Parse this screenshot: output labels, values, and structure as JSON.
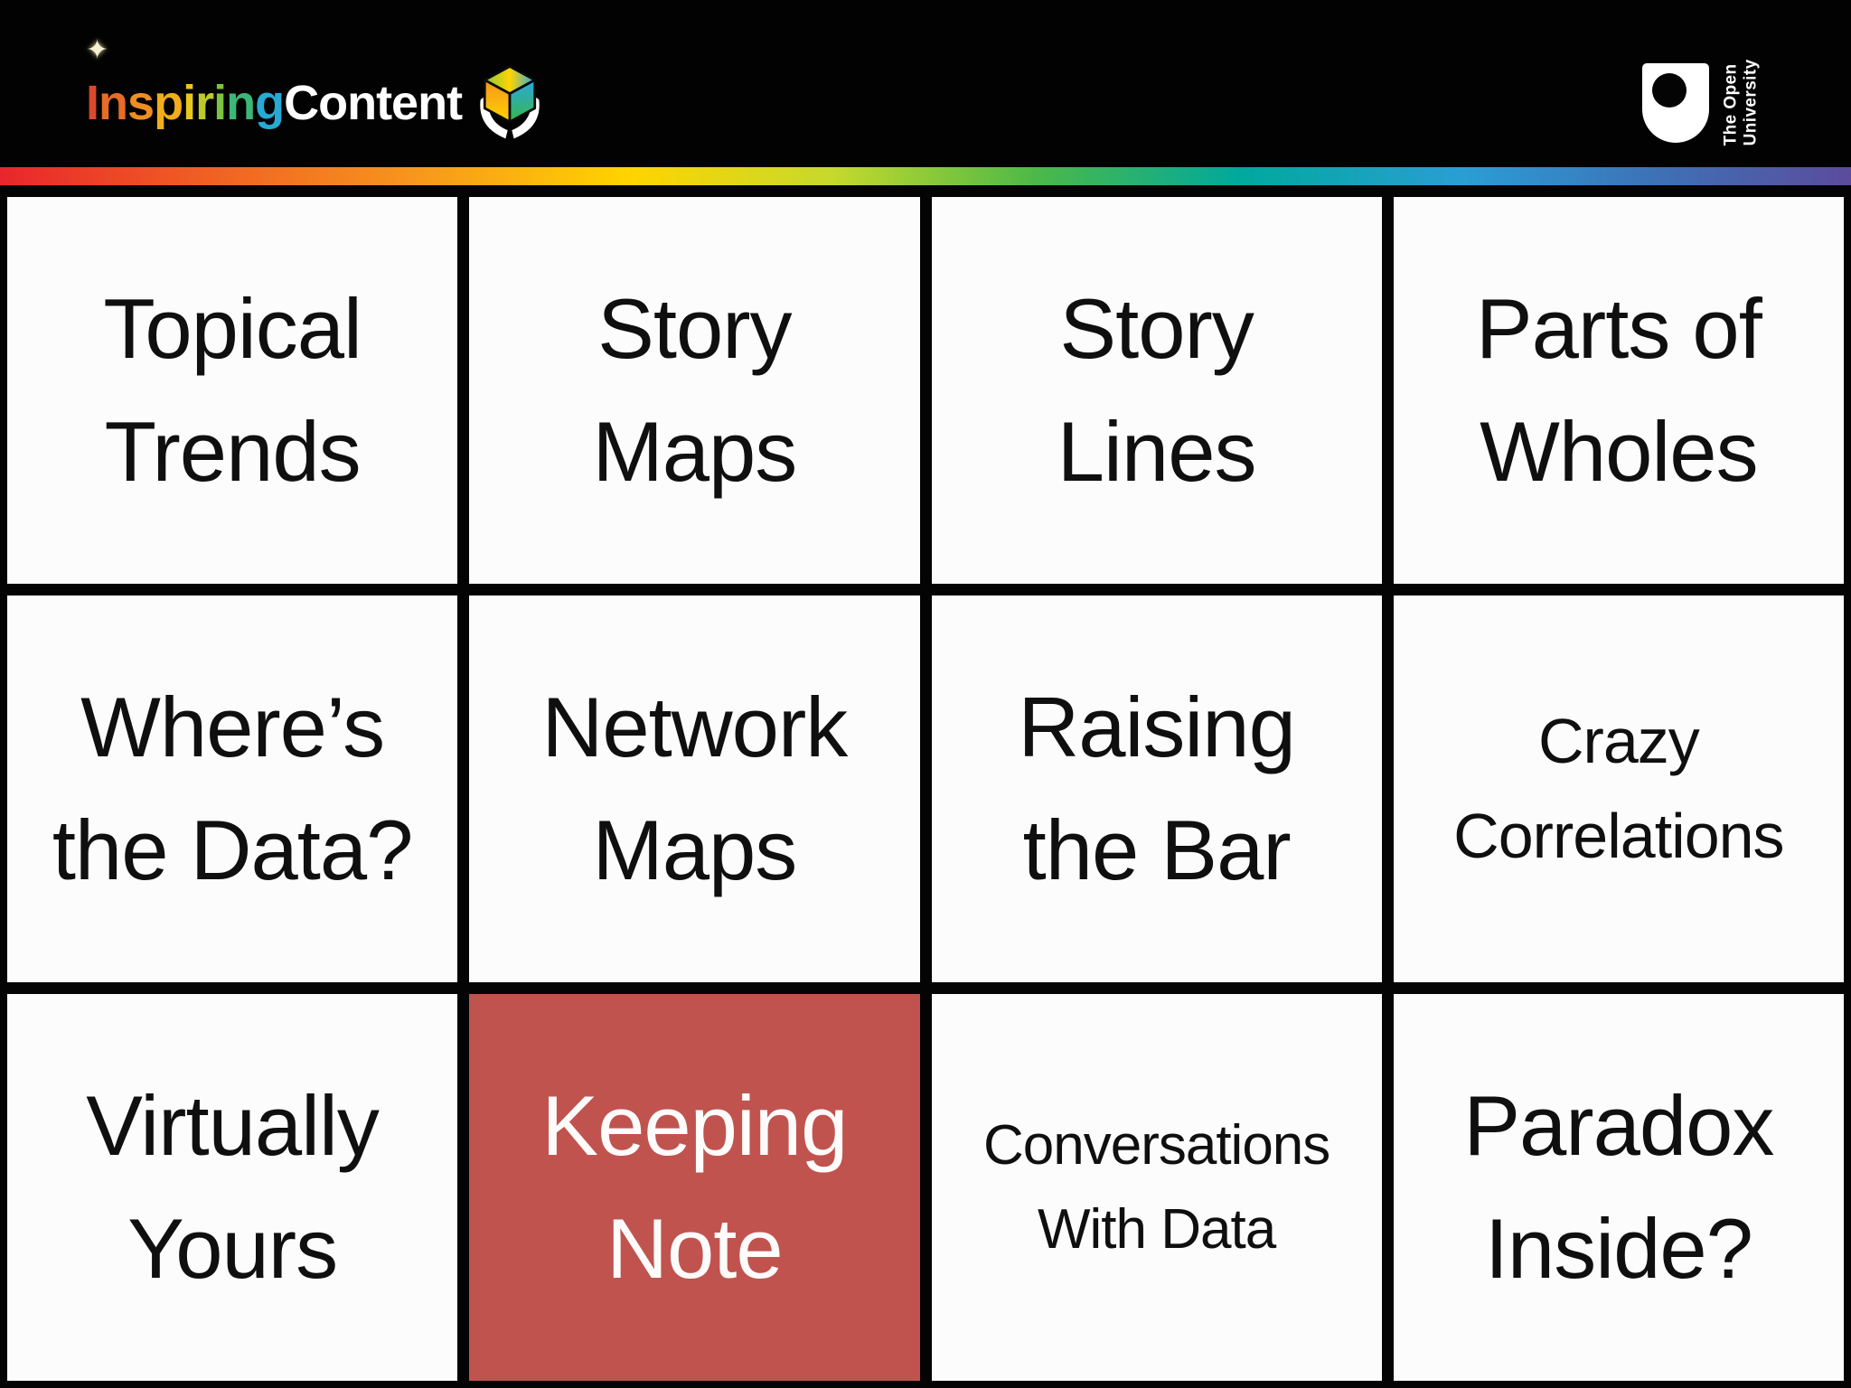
{
  "header": {
    "brand": {
      "sparkle": "✦",
      "letters": [
        {
          "ch": "I",
          "color": "#d9482f"
        },
        {
          "ch": "n",
          "color": "#e66c27"
        },
        {
          "ch": "s",
          "color": "#ee8e22"
        },
        {
          "ch": "p",
          "color": "#f0ad1d"
        },
        {
          "ch": "i",
          "color": "#e7c71f"
        },
        {
          "ch": "r",
          "color": "#bcc92b"
        },
        {
          "ch": "i",
          "color": "#7cc341"
        },
        {
          "ch": "n",
          "color": "#3bb878"
        },
        {
          "ch": "g",
          "color": "#27a9d5"
        }
      ],
      "suffix": "Content",
      "cube_icon": "cube-in-hands-icon"
    },
    "ou": {
      "shield_icon": "ou-shield-icon",
      "line1": "The Open",
      "line2": "University"
    }
  },
  "stripe_colors": [
    "#e8262c",
    "#ef5a24",
    "#f7941d",
    "#ffd400",
    "#c5d92d",
    "#4cb848",
    "#00a99d",
    "#2a9ed4",
    "#3f6fb5",
    "#5c4b9c"
  ],
  "grid": {
    "tile_bg": "#fcfcfc",
    "tile_text_color": "#0f0f0f",
    "selected_tile_color": "#c1534e",
    "selected_tile_text_color": "#fdfcfb",
    "tiles": [
      {
        "lines": [
          "Topical",
          "Trends"
        ],
        "selected": false
      },
      {
        "lines": [
          "Story",
          "Maps"
        ],
        "selected": false
      },
      {
        "lines": [
          "Story",
          "Lines"
        ],
        "selected": false
      },
      {
        "lines": [
          "Parts of",
          "Wholes"
        ],
        "selected": false
      },
      {
        "lines": [
          "Where’s",
          "the Data?"
        ],
        "selected": false
      },
      {
        "lines": [
          "Network",
          "Maps"
        ],
        "selected": false
      },
      {
        "lines": [
          "Raising",
          "the Bar"
        ],
        "selected": false
      },
      {
        "lines": [
          "Crazy",
          "Correlations"
        ],
        "selected": false
      },
      {
        "lines": [
          "Virtually",
          "Yours"
        ],
        "selected": false
      },
      {
        "lines": [
          "Keeping",
          "Note"
        ],
        "selected": true
      },
      {
        "lines": [
          "Conversations",
          "With Data"
        ],
        "selected": false
      },
      {
        "lines": [
          "Paradox",
          "Inside?"
        ],
        "selected": false
      }
    ]
  }
}
